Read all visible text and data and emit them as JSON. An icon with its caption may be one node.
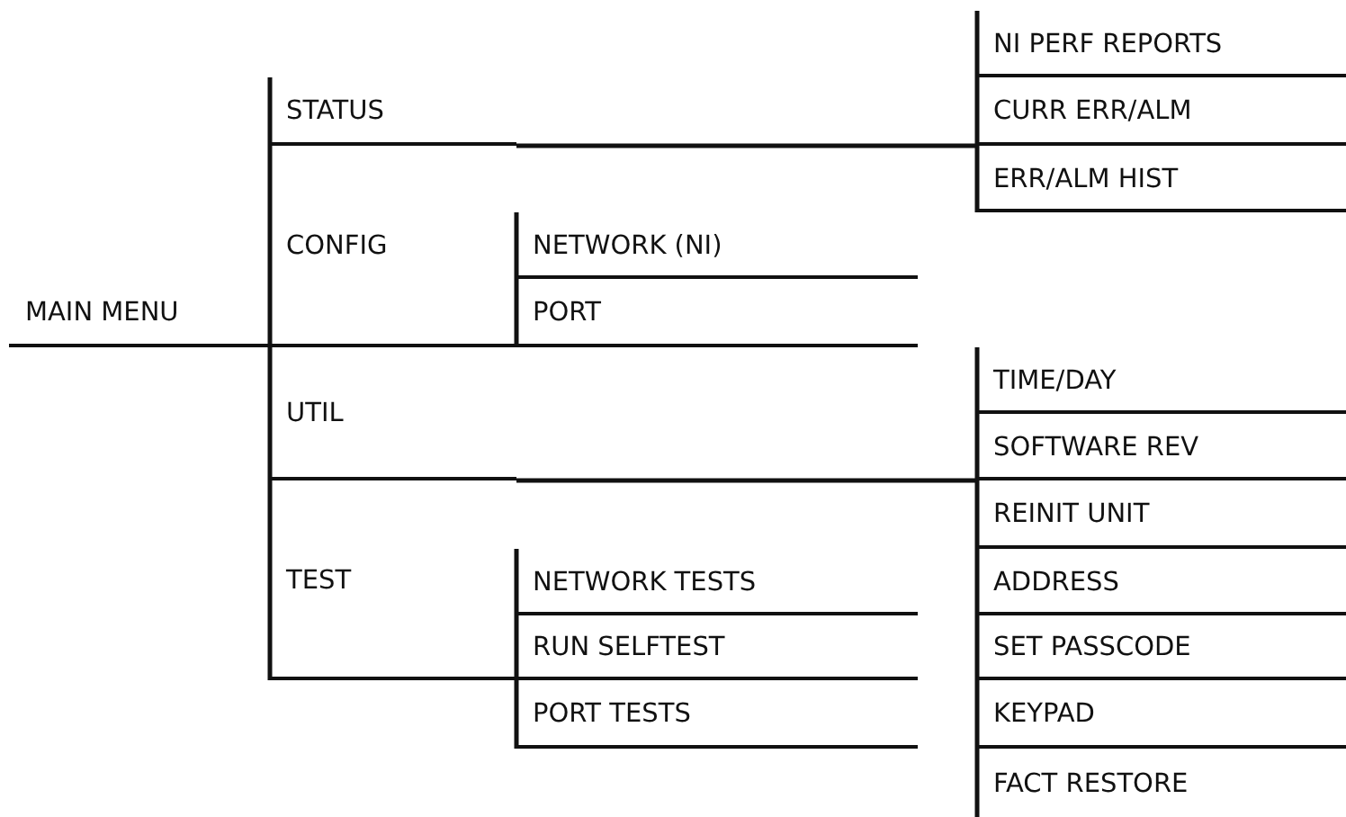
{
  "diagram": {
    "nodes": [
      {
        "text": [
          "MAIN MENU"
        ]
      },
      {
        "text": [
          "STATUS"
        ]
      },
      {
        "text": [
          "NI PERF REPORTS"
        ]
      },
      {
        "text": [
          "CURR ERR/ALM"
        ]
      },
      {
        "text": [
          "ERR/ALM HIST"
        ]
      },
      {
        "text": [
          "CONFIG"
        ]
      },
      {
        "text": [
          "NETWORK (NI)"
        ]
      },
      {
        "text": [
          "PORT"
        ]
      },
      {
        "text": [
          "UTIL"
        ]
      },
      {
        "text": [
          "TIME/DAY"
        ]
      },
      {
        "text": [
          "SOFTWARE REV"
        ]
      },
      {
        "text": [
          "REINIT UNIT"
        ]
      },
      {
        "text": [
          "ADDRESS"
        ]
      },
      {
        "text": [
          "SET PASSCODE"
        ]
      },
      {
        "text": [
          "KEYPAD"
        ]
      },
      {
        "text": [
          "FACT RESTORE"
        ]
      },
      {
        "text": [
          "TEST"
        ]
      },
      {
        "text": [
          "NETWORK TESTS"
        ]
      },
      {
        "text": [
          "RUN SELFTEST"
        ]
      },
      {
        "text": [
          "PORT TESTS"
        ]
      }
    ],
    "edges": [
      {
        "from": 0,
        "to": 1,
        "arrow": "none"
      },
      {
        "from": 0,
        "to": 5,
        "arrow": "none"
      },
      {
        "from": 0,
        "to": 8,
        "arrow": "none"
      },
      {
        "from": 0,
        "to": 16,
        "arrow": "none"
      },
      {
        "from": 1,
        "to": 2,
        "arrow": "none"
      },
      {
        "from": 1,
        "to": 3,
        "arrow": "none"
      },
      {
        "from": 1,
        "to": 4,
        "arrow": "none"
      },
      {
        "from": 5,
        "to": 6,
        "arrow": "none"
      },
      {
        "from": 5,
        "to": 7,
        "arrow": "none"
      },
      {
        "from": 8,
        "to": 9,
        "arrow": "none"
      },
      {
        "from": 8,
        "to": 10,
        "arrow": "none"
      },
      {
        "from": 8,
        "to": 11,
        "arrow": "none"
      },
      {
        "from": 8,
        "to": 12,
        "arrow": "none"
      },
      {
        "from": 8,
        "to": 13,
        "arrow": "none"
      },
      {
        "from": 8,
        "to": 14,
        "arrow": "none"
      },
      {
        "from": 8,
        "to": 15,
        "arrow": "none"
      },
      {
        "from": 16,
        "to": 17,
        "arrow": "none"
      },
      {
        "from": 16,
        "to": 18,
        "arrow": "none"
      },
      {
        "from": 16,
        "to": 19,
        "arrow": "none"
      }
    ]
  }
}
